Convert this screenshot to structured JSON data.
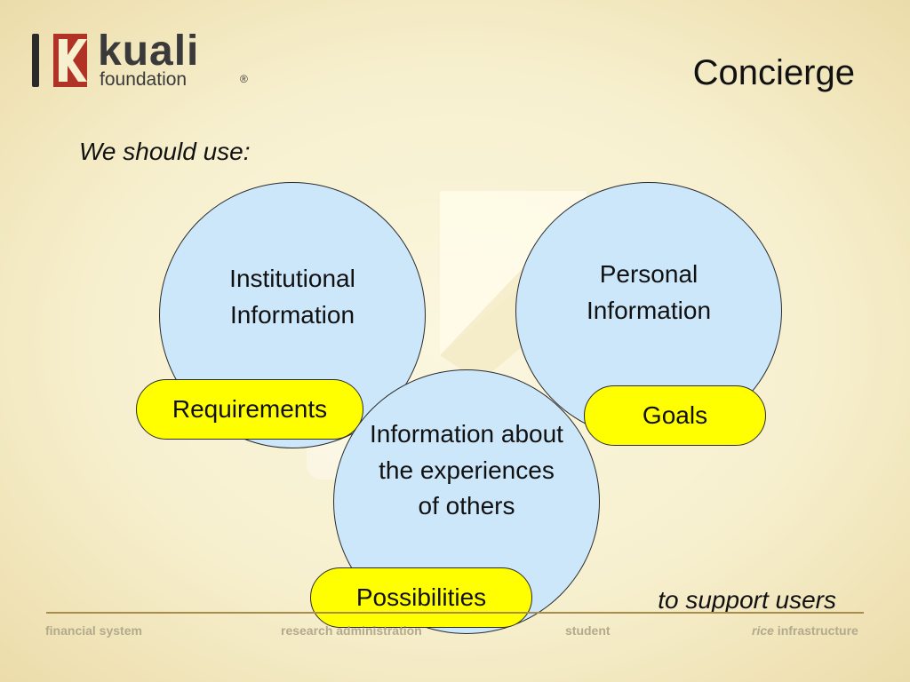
{
  "logo": {
    "word": "kuali",
    "sub": "foundation",
    "reg": "®"
  },
  "title": "Concierge",
  "subtitle": "We should use:",
  "circles": {
    "institutional": "Institutional\nInformation",
    "personal": "Personal\nInformation",
    "experiences": "Information about\nthe experiences\nof others"
  },
  "pills": {
    "requirements": "Requirements",
    "goals": "Goals",
    "possibilities": "Possibilities"
  },
  "tagline": "to support users",
  "footer": {
    "financial": "financial system",
    "research": "research administration",
    "student": "student",
    "rice_italic": "rice",
    "rice_rest": " infrastructure"
  },
  "colors": {
    "circle_fill": "#cce7fa",
    "pill_fill": "#ffff00",
    "logo_red": "#b03325",
    "background": "#f7f0cf"
  }
}
